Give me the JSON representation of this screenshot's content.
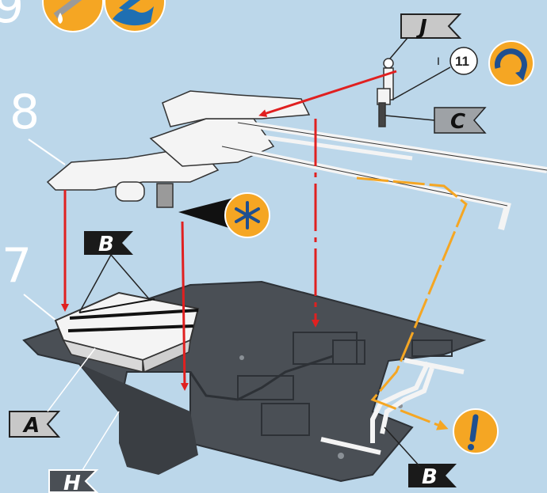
{
  "page": {
    "background": "#bcd7ea"
  },
  "steps": {
    "prev": "9",
    "upper": "8",
    "lower": "7"
  },
  "top_icons": [
    {
      "name": "glue-drop-icon",
      "color": "#f5a623"
    },
    {
      "name": "water-slide-decal-icon",
      "color": "#f5a623"
    }
  ],
  "flags": {
    "J": "J",
    "C": "C",
    "B_top": "B",
    "A": "A",
    "H": "H",
    "B_bottom": "B"
  },
  "screw": {
    "count_prefix": "I",
    "size": "11"
  },
  "icons": {
    "rotate": "rotate-clockwise-icon",
    "asterisk": "paint-asterisk-icon",
    "attention": "exclamation-icon"
  },
  "colors": {
    "arrow_red": "#e02020",
    "orange_route": "#f5a623",
    "chassis": "#4a4f55",
    "parts_white": "#f4f4f4",
    "flag_dark": "#222222",
    "flag_grey": "#c8c8c8"
  }
}
